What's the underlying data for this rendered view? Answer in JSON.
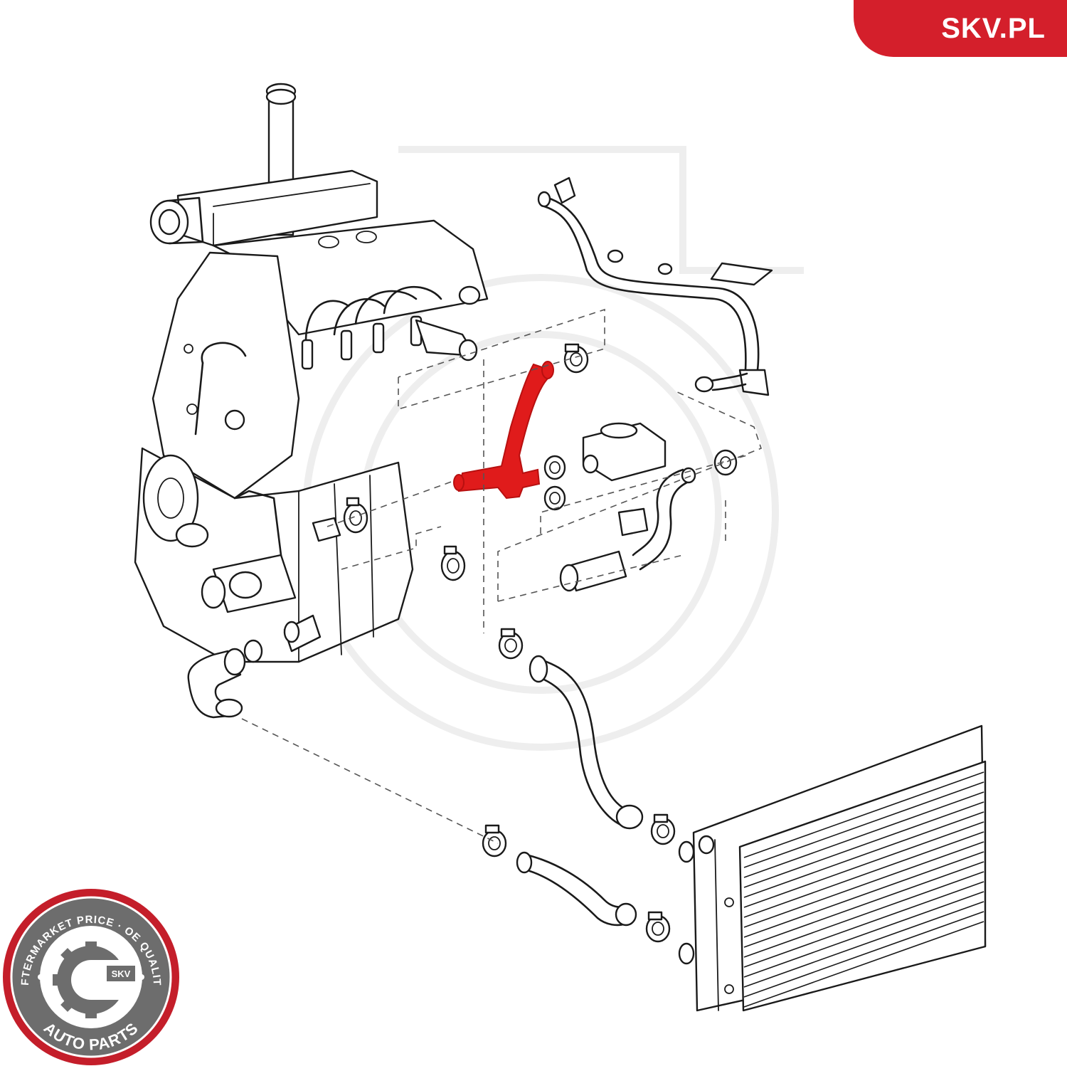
{
  "brand": {
    "site_label": "SKV.PL",
    "accent_color": "#d41f2b"
  },
  "seal": {
    "top_text": "AFTERMARKET PRICE · OE QUALITY",
    "bottom_text": "AUTO PARTS",
    "badge_text": "SKV",
    "icon": "gear-icon"
  },
  "diagram": {
    "highlight_color": "#e01b1b",
    "highlighted_part": "coolant-t-hose"
  }
}
